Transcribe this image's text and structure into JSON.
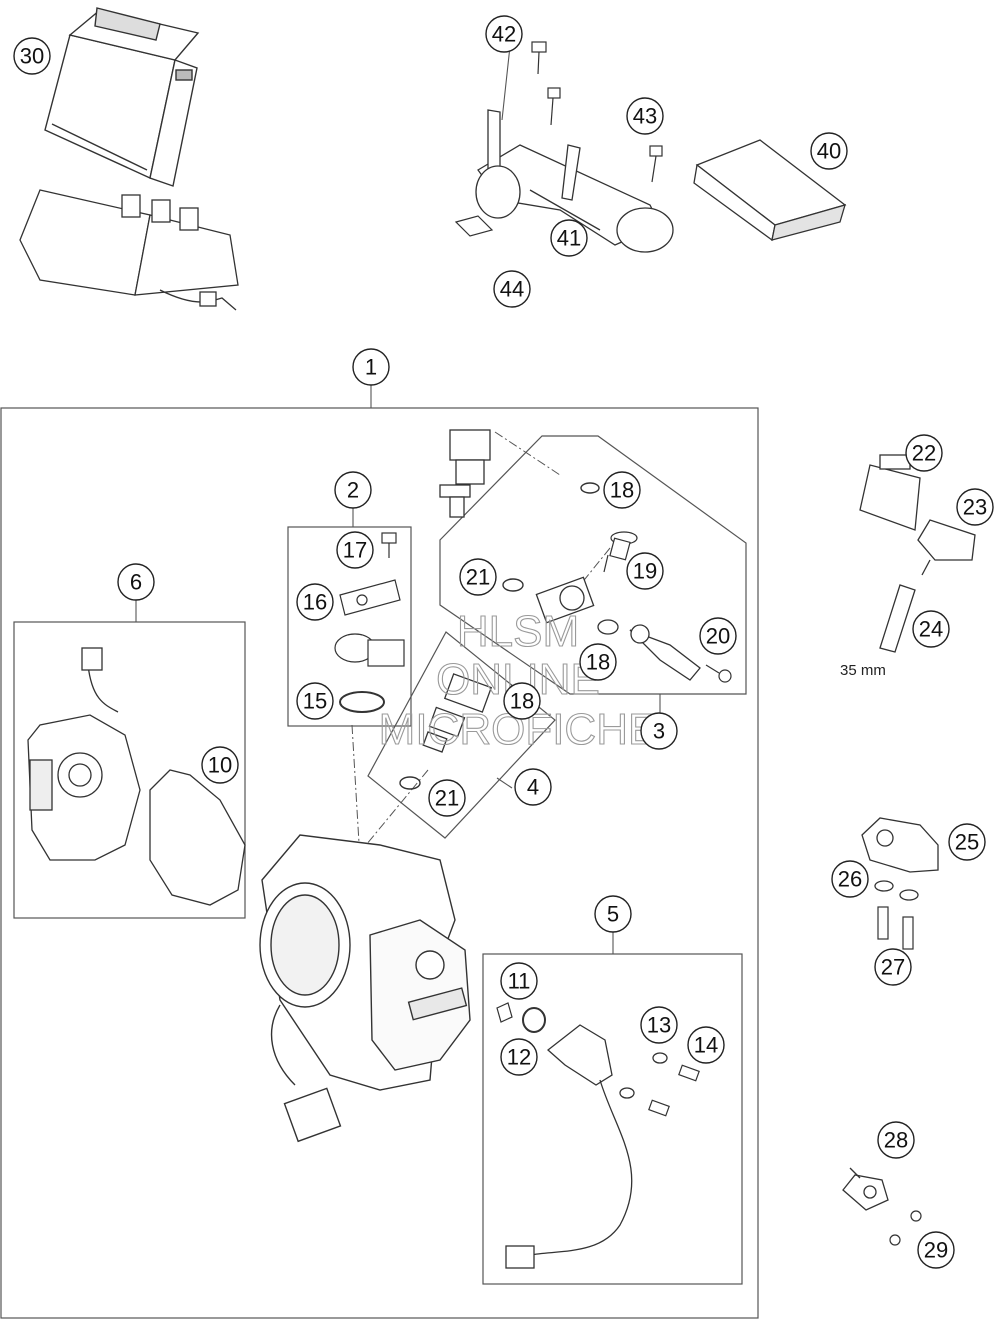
{
  "watermark": {
    "line1": "HLSM",
    "line2": "ONLINE",
    "line3": "MICROFICHE"
  },
  "dimension_label": "35 mm",
  "callouts": {
    "c1": "1",
    "c2": "2",
    "c3": "3",
    "c4": "4",
    "c5": "5",
    "c6": "6",
    "c10": "10",
    "c11": "11",
    "c12": "12",
    "c13": "13",
    "c14": "14",
    "c15": "15",
    "c16": "16",
    "c17": "17",
    "c18a": "18",
    "c18b": "18",
    "c18c": "18",
    "c19": "19",
    "c20": "20",
    "c21a": "21",
    "c21b": "21",
    "c22": "22",
    "c23": "23",
    "c24": "24",
    "c25": "25",
    "c26": "26",
    "c27": "27",
    "c28": "28",
    "c29": "29",
    "c30": "30",
    "c40": "40",
    "c41": "41",
    "c42": "42",
    "c43": "43",
    "c44": "44"
  }
}
